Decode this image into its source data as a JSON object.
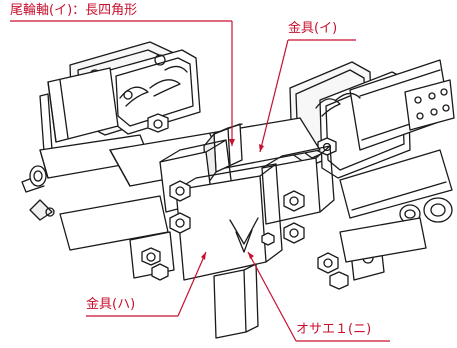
{
  "labels": {
    "tail_wheel_axle": "尾輪軸(イ)：長四角形",
    "bracket_i": "金具(イ)",
    "bracket_ha": "金具(ハ)",
    "offset_ni": "オサエ１(ニ)"
  },
  "colors": {
    "callout": "#c8102e",
    "line": "#1a1a1a"
  }
}
